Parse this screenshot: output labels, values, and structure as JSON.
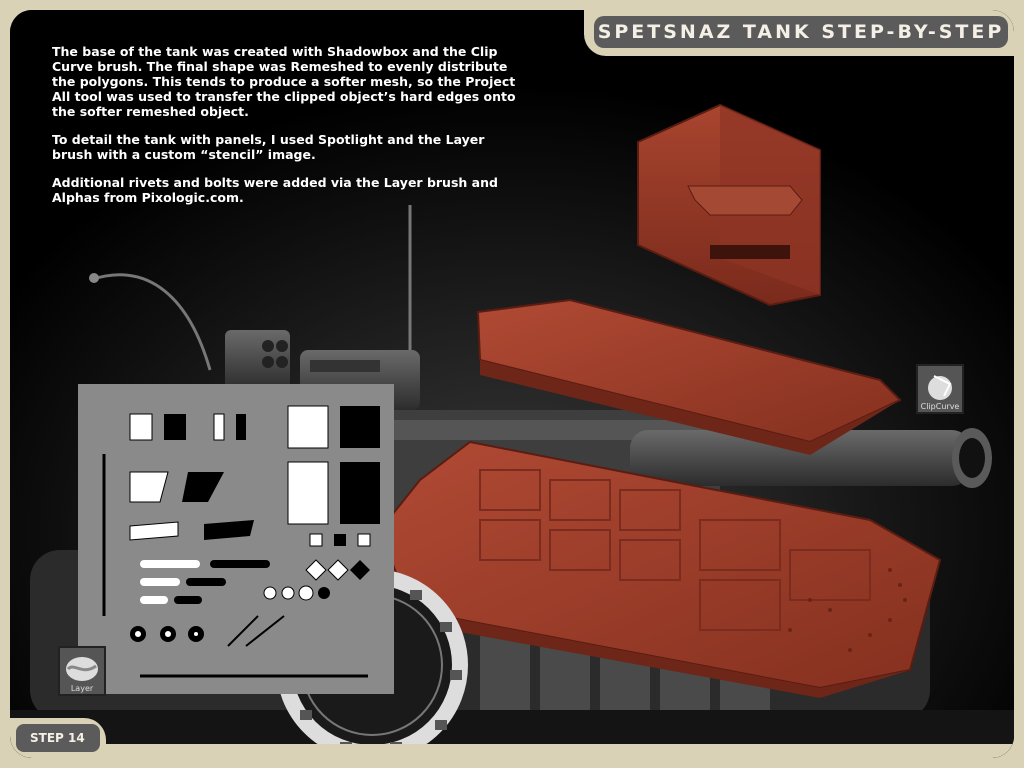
{
  "header": {
    "title": "SPETSNAZ TANK STEP-BY-STEP"
  },
  "footer": {
    "step_label": "STEP 14"
  },
  "intro": {
    "paragraphs": [
      "The base of the tank was created with Shadowbox and the Clip Curve brush.  The final shape was Remeshed to evenly distribute the polygons.  This tends to produce a softer mesh, so the Project All tool was used to transfer the clipped object’s hard edges onto the softer remeshed object.",
      "To detail the tank with panels, I used Spotlight and the Layer brush with a custom “stencil” image.",
      "Additional rivets and bolts were added via the Layer brush and Alphas from Pixologic.com."
    ]
  },
  "brushes": {
    "layer": {
      "label": "Layer",
      "icon": "layer-brush-icon"
    },
    "clip_curve": {
      "label": "ClipCurve",
      "icon": "clip-curve-brush-icon"
    }
  },
  "colors": {
    "frame_border": "#d9d2b7",
    "tab_fill": "#5b5b5b",
    "model_red": "#9a3a2a",
    "stencil_panel": "#8a8a8a"
  }
}
